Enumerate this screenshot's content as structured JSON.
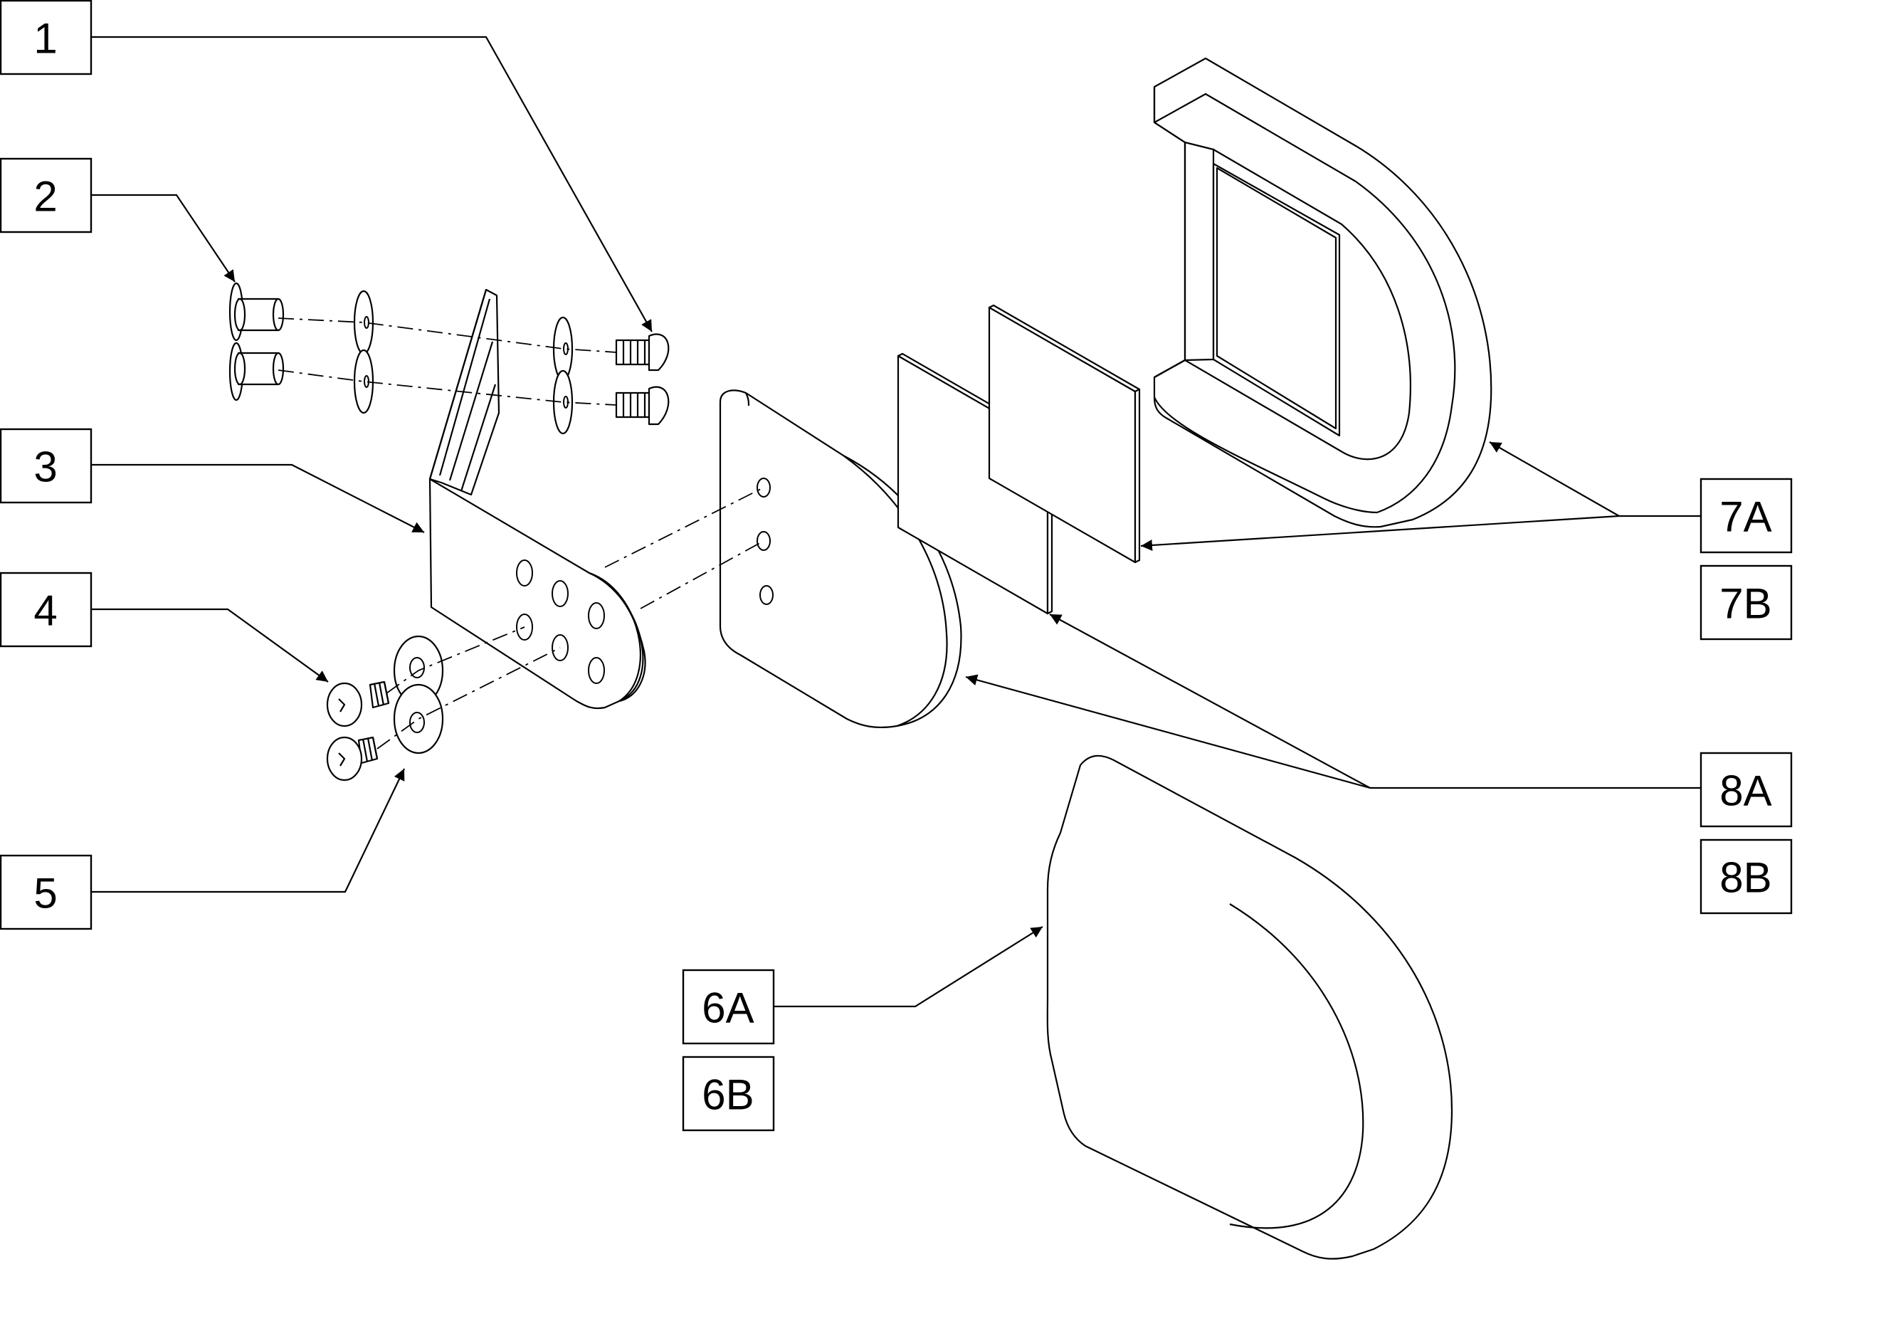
{
  "callouts": {
    "c1": "1",
    "c2": "2",
    "c3": "3",
    "c4": "4",
    "c5": "5",
    "c6a": "6A",
    "c6b": "6B",
    "c7a": "7A",
    "c7b": "7B",
    "c8a": "8A",
    "c8b": "8B"
  }
}
